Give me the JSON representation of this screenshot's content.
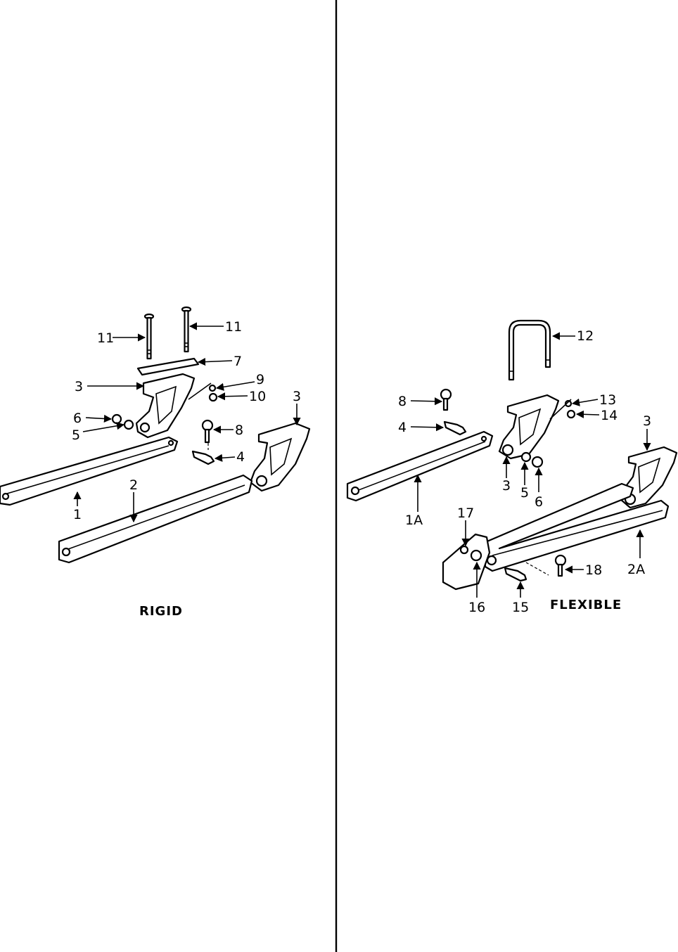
{
  "rigid": {
    "caption": "RIGID",
    "labels": [
      "11",
      "11",
      "7",
      "3",
      "9",
      "10",
      "6",
      "5",
      "8",
      "4",
      "3",
      "1",
      "2"
    ]
  },
  "flexible": {
    "caption": "FLEXIBLE",
    "labels": [
      "12",
      "8",
      "4",
      "13",
      "14",
      "3",
      "3",
      "5",
      "6",
      "1A",
      "17",
      "2A",
      "18",
      "16",
      "15"
    ]
  }
}
